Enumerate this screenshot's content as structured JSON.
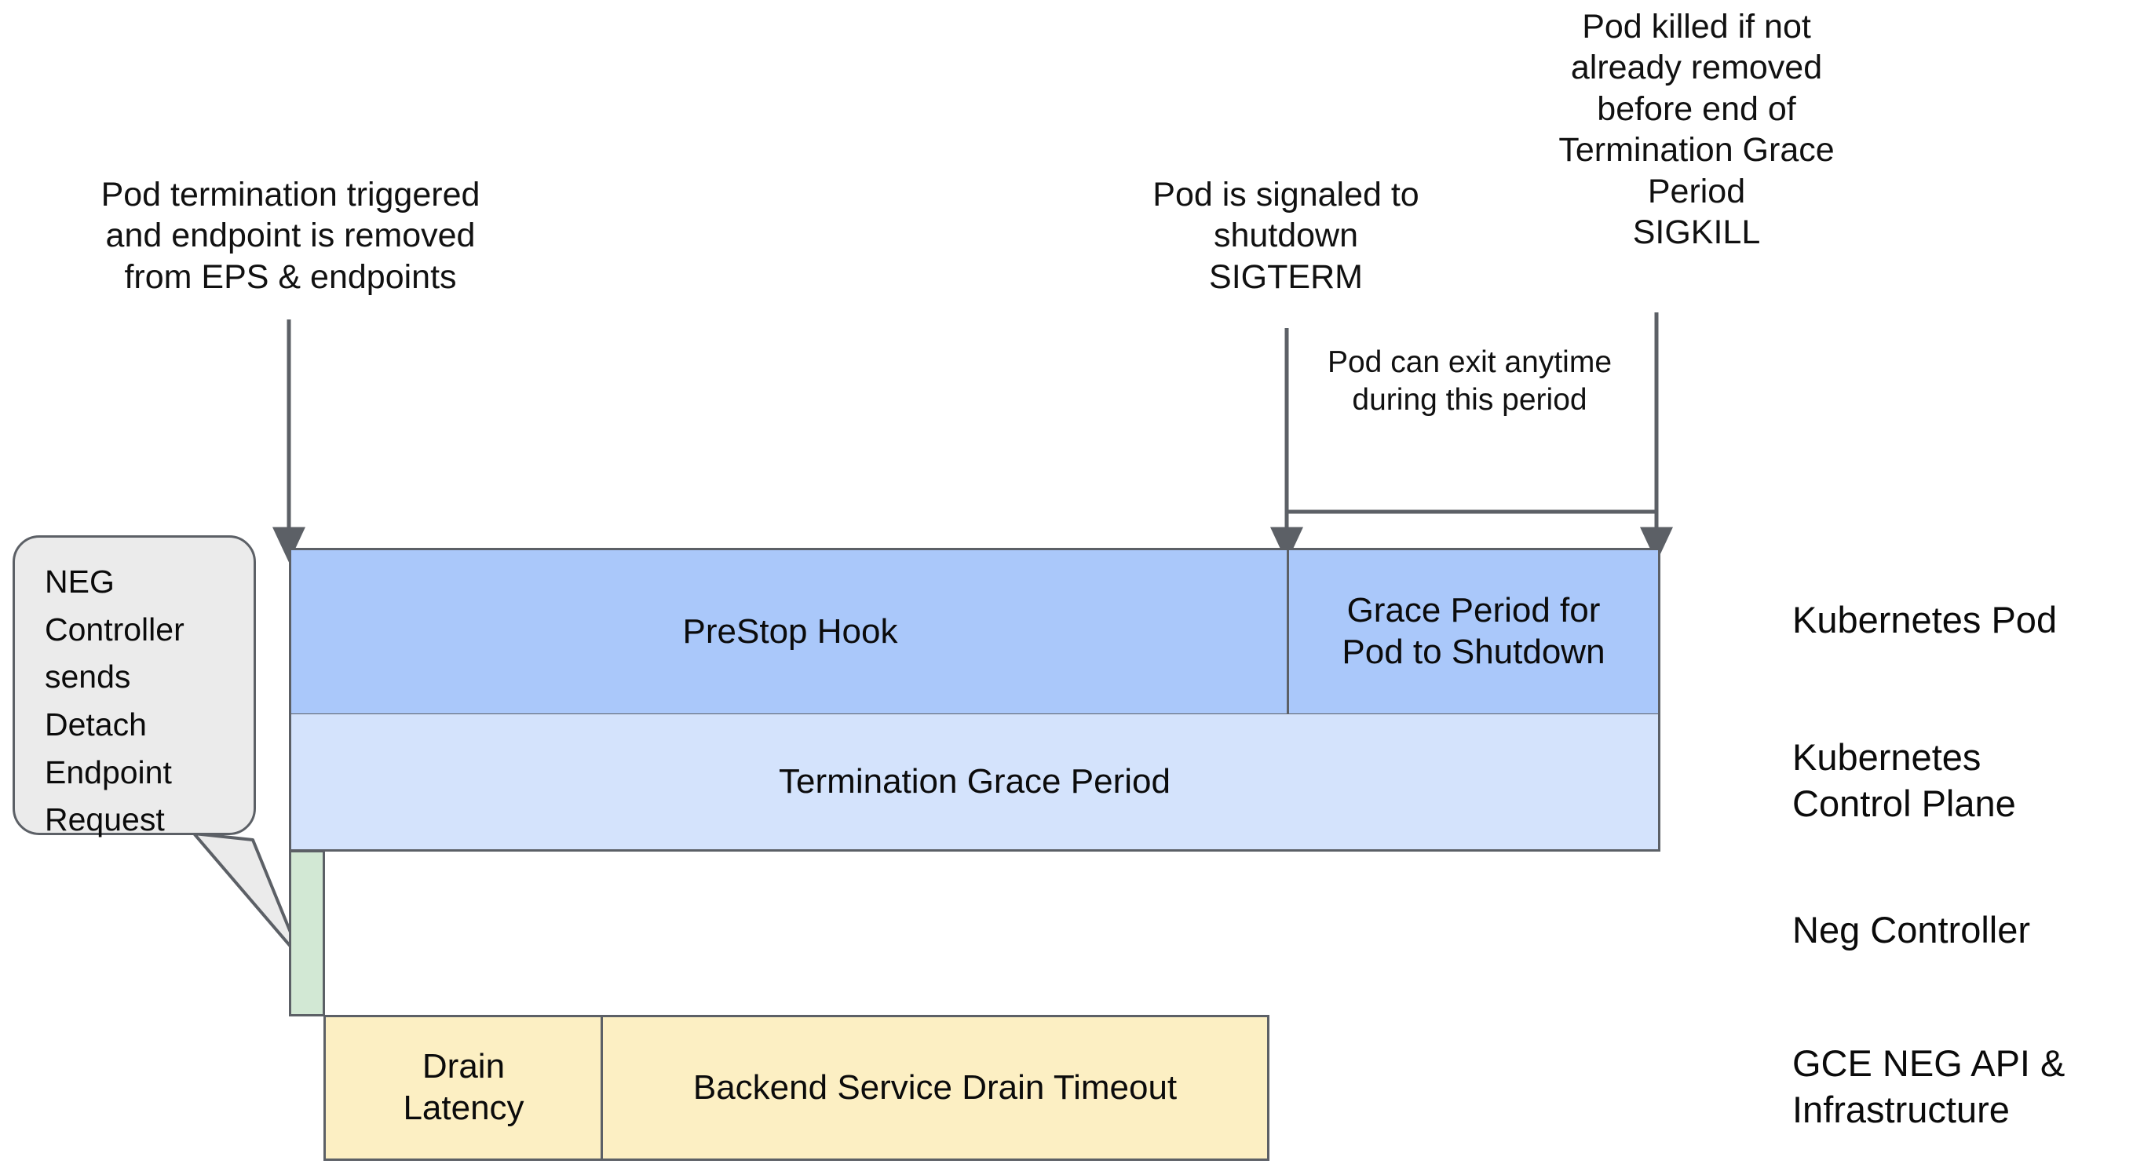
{
  "diagram": {
    "title": "Kubernetes Pod termination and NEG endpoint drain timeline",
    "colors": {
      "prestop_fill": "#aac8fa",
      "grace_fill": "#aac8fa",
      "termination_fill": "#d4e3fc",
      "neg_fill": "#d2e8d4",
      "drain_fill": "#fcefc3",
      "stroke": "#5c6066",
      "callout_fill": "#ebebeb",
      "text": "#0b0b0b"
    }
  },
  "annotations": [
    {
      "id": "pod-termination-triggered",
      "text": "Pod termination triggered\nand endpoint is removed\nfrom EPS & endpoints"
    },
    {
      "id": "pod-signaled-shutdown",
      "text": "Pod is signaled to\nshutdown\nSIGTERM"
    },
    {
      "id": "pod-killed-sigkill",
      "text": "Pod killed if not\nalready removed\nbefore end of\nTermination Grace\nPeriod\nSIGKILL"
    },
    {
      "id": "pod-can-exit-anytime",
      "text": "Pod can exit anytime\nduring this period"
    }
  ],
  "callout": {
    "id": "neg-controller-detach",
    "text": "NEG\nController\nsends\nDetach\nEndpoint\nRequest"
  },
  "bars": [
    {
      "id": "prestop-hook",
      "label": "PreStop Hook"
    },
    {
      "id": "grace-period-shutdown",
      "label": "Grace Period for\nPod to Shutdown"
    },
    {
      "id": "termination-grace-period",
      "label": "Termination Grace Period"
    },
    {
      "id": "neg-detach",
      "label": ""
    },
    {
      "id": "drain-latency",
      "label": "Drain\nLatency"
    },
    {
      "id": "backend-service-drain",
      "label": "Backend Service Drain Timeout"
    }
  ],
  "lanes": [
    {
      "id": "kubernetes-pod",
      "label": "Kubernetes Pod"
    },
    {
      "id": "kubernetes-control-plane",
      "label": "Kubernetes\nControl Plane"
    },
    {
      "id": "neg-controller",
      "label": "Neg Controller"
    },
    {
      "id": "gce-neg-api",
      "label": "GCE NEG API &\nInfrastructure"
    }
  ]
}
